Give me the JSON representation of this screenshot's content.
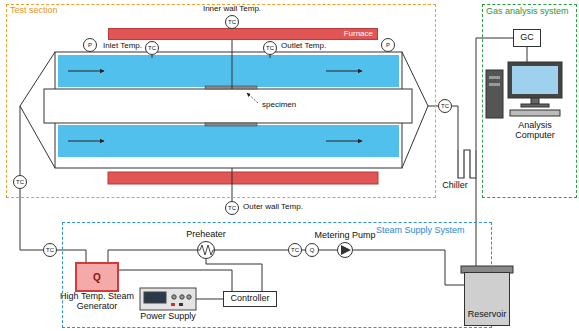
{
  "diagram": {
    "nodes": [
      {
        "text": [
          "Test section"
        ]
      },
      {
        "text": [
          "Furnace"
        ],
        "in": 0
      },
      {
        "text": [
          "P"
        ],
        "in": 0
      },
      {
        "text": [
          "TC"
        ],
        "in": 0
      },
      {
        "text": [
          "TC"
        ],
        "in": 0
      },
      {
        "text": [
          "TC"
        ],
        "in": 0
      },
      {
        "text": [
          "P"
        ],
        "in": 0
      },
      {
        "text": [
          "TC"
        ]
      },
      {
        "text": [
          "TC"
        ],
        "in": 0
      },
      {
        "text": [
          "TC"
        ]
      },
      {
        "text": [
          "Gas analysis system"
        ]
      },
      {
        "text": [
          "GC"
        ],
        "in": 10
      },
      {
        "text": [
          "Steam Supply System"
        ]
      },
      {
        "text": [
          "Q",
          "High Temp. Steam Generator"
        ],
        "in": 12
      },
      {
        "text": [
          "TC"
        ]
      },
      {
        "text": [
          "Preheater"
        ],
        "in": 12
      },
      {
        "text": [
          "TC"
        ],
        "in": 12
      },
      {
        "text": [
          "Q"
        ],
        "in": 12
      },
      {
        "text": [
          "Metering Pump"
        ],
        "in": 12
      },
      {
        "text": [
          "Controller"
        ],
        "in": 12
      },
      {
        "text": [
          "Power Supply"
        ],
        "in": 12
      },
      {
        "text": [
          "Reservoir"
        ]
      }
    ],
    "edges": [
      {
        "from": 21,
        "to": 18,
        "arrow": "none"
      },
      {
        "from": 18,
        "to": 17,
        "arrow": "none"
      },
      {
        "from": 17,
        "to": 16,
        "arrow": "none"
      },
      {
        "from": 16,
        "to": 15,
        "arrow": "none"
      },
      {
        "from": 15,
        "to": 13,
        "arrow": "none"
      },
      {
        "from": 13,
        "to": 14,
        "arrow": "none"
      },
      {
        "from": 14,
        "to": 8,
        "arrow": "none"
      },
      {
        "from": 20,
        "to": 19,
        "arrow": "none"
      },
      {
        "from": 19,
        "to": 13,
        "arrow": "none"
      },
      {
        "from": 19,
        "to": 15,
        "arrow": "none"
      }
    ],
    "labels": [
      "Inner wall Temp.",
      "Inlet Temp.",
      "Outlet Temp.",
      "specimen",
      "Outer wall Temp.",
      "Chiller",
      "Analysis Computer"
    ]
  }
}
